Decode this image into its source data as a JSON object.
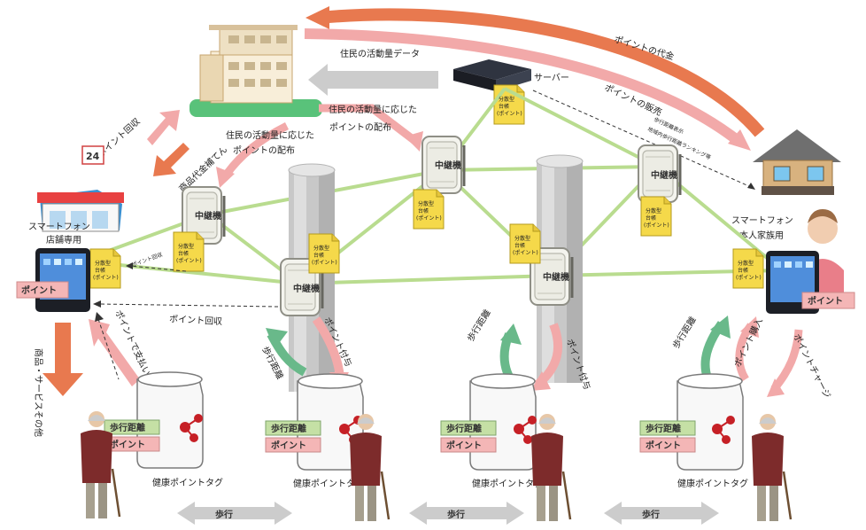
{
  "top": {
    "point_payment": "ポイントの代金",
    "point_sales": "ポイントの販売",
    "activity_data": "住民の活動量データ",
    "server": "サーバー",
    "distribution_1": "住民の活動量に応じた",
    "distribution_2": "ポイントの配布",
    "distribution_left_1": "住民の活動量に応じた",
    "distribution_left_2": "ポイントの配布",
    "point_collection": "ポイント回収",
    "product_payment": "商品代金補てん",
    "walk_display": "歩行距離表示",
    "walk_ranking": "地域内歩行距離ランキング等"
  },
  "store": {
    "sign": "24",
    "title": "スマートフォン",
    "subtitle": "店舗専用",
    "point_badge": "ポイント"
  },
  "home": {
    "title": "スマートフォン",
    "subtitle": "本人家族用",
    "point_badge": "ポイント"
  },
  "relay": {
    "label": "中継機",
    "note_line1": "分散型",
    "note_line2": "台帳",
    "note_line3": "(ポイント)"
  },
  "flows": {
    "point_collection_small": "ポイント回収",
    "point_collection_mid": "ポイント回収",
    "walk_distance": "歩行距離",
    "point_grant": "ポイント付与",
    "point_payment": "ポイントで支払い",
    "point_purchase": "ポイント購入",
    "point_charge": "ポイントチャージ",
    "goods": "商品・サービスその他"
  },
  "tag": {
    "walk": "歩行距離",
    "point": "ポイント",
    "caption": "健康ポイントタグ"
  },
  "walk_arrow": "歩行",
  "colors": {
    "orange": "#e8794f",
    "pink": "#f2a9a9",
    "green": "#69b98a",
    "gray_arrow": "#cccccc",
    "network_line": "#b9dc8f",
    "note_yellow": "#f5d94a",
    "tag_green": "#c5e0a5",
    "tag_pink": "#f4b6b6",
    "node_red": "#c62026"
  }
}
